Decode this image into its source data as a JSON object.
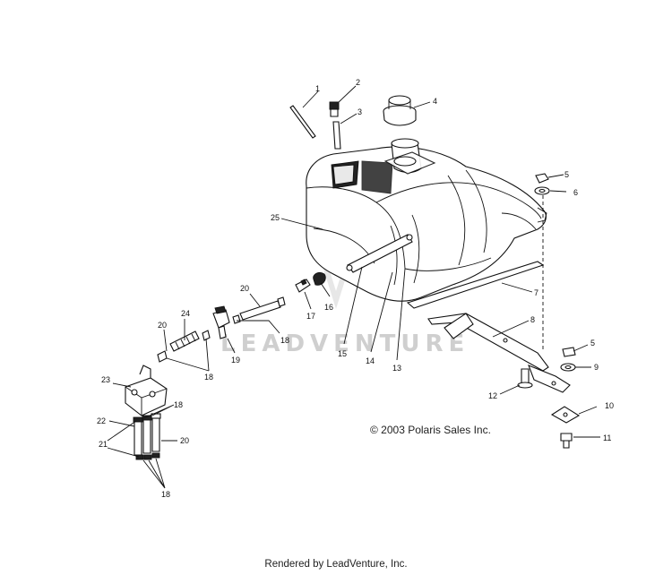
{
  "watermark": "LEADVENTURE",
  "copyright": "© 2003 Polaris Sales Inc.",
  "footer": "Rendered by LeadVenture, Inc.",
  "callouts": [
    "1",
    "2",
    "3",
    "4",
    "5",
    "6",
    "25",
    "7",
    "8",
    "5",
    "9",
    "10",
    "11",
    "12",
    "13",
    "14",
    "15",
    "16",
    "17",
    "20",
    "18",
    "24",
    "20",
    "19",
    "18",
    "23",
    "18",
    "22",
    "21",
    "20",
    "18"
  ]
}
